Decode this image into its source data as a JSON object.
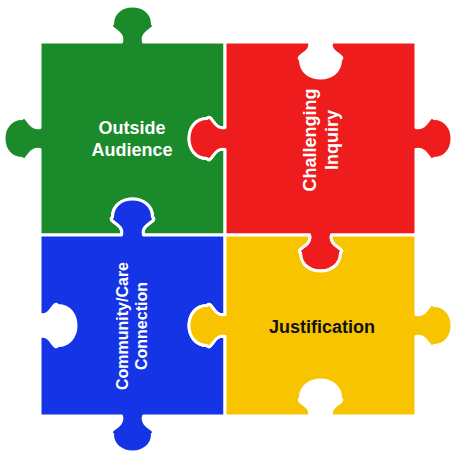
{
  "diagram": {
    "nodes": [
      {
        "text": [
          "Outside Audience"
        ]
      },
      {
        "text": [
          "Challenging Inquiry"
        ]
      },
      {
        "text": [
          "Community/Care Connection"
        ]
      },
      {
        "text": [
          "Justification"
        ]
      }
    ]
  }
}
